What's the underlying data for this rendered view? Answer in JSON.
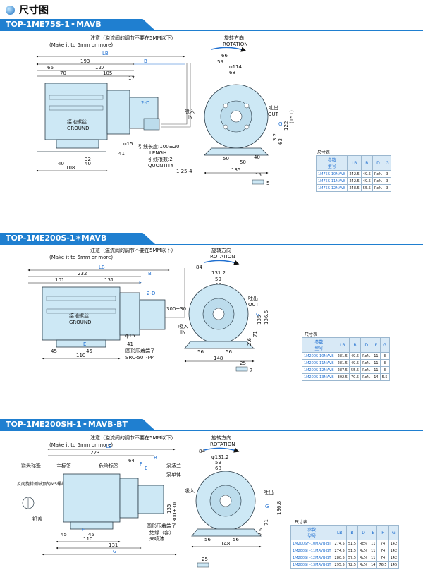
{
  "page_title": "尺寸图",
  "sections": [
    {
      "model": "TOP-1ME75S-1✶MAVB",
      "note": "注意（溢流阀的调节不要在5MM以下）",
      "note_en": "(Make it to 5mm or more)",
      "rotation": "旋转方向",
      "rotation_en": "ROTATION",
      "ground": "接地螺丝",
      "ground_en": "GROUND",
      "inlet": "吸入",
      "inlet_en": "IN",
      "outlet": "吐出",
      "outlet_en": "OUT",
      "lead_length": "引线长度:100±20",
      "lead_length_en": "LENGH",
      "lead_count": "引线根数:2",
      "lead_count_en": "QUONTITY",
      "port": "2-D",
      "screw": "1.25-4",
      "dims": {
        "LB": "LB",
        "B": "B",
        "G": "G",
        "d193": "193",
        "d127": "127",
        "d66": "66",
        "d70": "70",
        "d105": "105",
        "d17": "17",
        "d59": "59",
        "d66b": "66",
        "d68": "68",
        "d114": "φ114",
        "d15": "φ15",
        "d41": "41",
        "d32": "32",
        "d40a": "40",
        "d40b": "40",
        "d108": "108",
        "d50a": "50",
        "d50b": "50",
        "d40c": "40",
        "d135": "135",
        "d3_2": "3.2",
        "d63": "63",
        "d122": "122",
        "d151": "(151)",
        "d15b": "15",
        "d5": "5"
      },
      "table": {
        "caption": "尺寸表",
        "corner_top": "参数",
        "corner_bottom": "型号",
        "headers": [
          "LB",
          "B",
          "D",
          "G"
        ],
        "rows": [
          [
            "1M75S-10MAVB",
            "242.5",
            "49.5",
            "Rc³⁄₈",
            "3"
          ],
          [
            "1M75S-11MAVB",
            "242.5",
            "49.5",
            "Rc³⁄₈",
            "3"
          ],
          [
            "1M75S-12MAVB",
            "248.5",
            "55.5",
            "Rc³⁄₈",
            "3"
          ]
        ]
      }
    },
    {
      "model": "TOP-1ME200S-1✶MAVB",
      "note": "注意（溢流阀的调节不要在5MM以下）",
      "note_en": "(Make it to 5mm or more)",
      "rotation": "旋转方向",
      "rotation_en": "ROTATION",
      "ground": "接地螺丝",
      "ground_en": "GROUND",
      "inlet": "吸入",
      "inlet_en": "IN",
      "outlet": "吐出",
      "outlet_en": "OUT",
      "terminal": "圆形压着端子",
      "terminal_en": "SRC-50T-M4",
      "port": "2-D",
      "lead": "300±30",
      "dims": {
        "LB": "LB",
        "B": "B",
        "E": "E",
        "F": "F",
        "G": "G",
        "d232": "232",
        "d101": "101",
        "d131": "131",
        "d84": "84",
        "d131_2": "131.2",
        "d59": "59",
        "d68": "68",
        "d15": "φ15",
        "d41": "41",
        "d45a": "45",
        "d45b": "45",
        "d110": "110",
        "d56a": "56",
        "d56b": "56",
        "d148": "148",
        "d135": "135",
        "d136_6": "136.6",
        "d71": "71",
        "d2_6": "2.6",
        "d25": "25",
        "d7": "7"
      },
      "table": {
        "caption": "尺寸表",
        "corner_top": "参数",
        "corner_bottom": "型号",
        "headers": [
          "LB",
          "B",
          "D",
          "F",
          "G"
        ],
        "rows": [
          [
            "1M200S-10MAVB",
            "281.5",
            "49.5",
            "Rc³⁄₈",
            "11",
            "3"
          ],
          [
            "1M200S-11MAVB",
            "281.5",
            "49.5",
            "Rc³⁄₈",
            "11",
            "3"
          ],
          [
            "1M200S-12MAVB",
            "287.5",
            "55.5",
            "Rc³⁄₈",
            "11",
            "3"
          ],
          [
            "1M200S-13MAVB",
            "302.5",
            "70.5",
            "Rc³⁄₈",
            "14",
            "5.5"
          ]
        ]
      }
    },
    {
      "model": "TOP-1ME200SH-1✶MAVB-BT",
      "note": "注意（溢流阀的调节不要在5MM以下）",
      "note_en": "(Make it to 5mm or more)",
      "rotation": "旋转方向",
      "rotation_en": "ROTATION",
      "arrow_label": "箭头标签",
      "main_label": "主标签",
      "danger_label": "危险标签",
      "pump_flange": "泵法兰",
      "pump_unit": "泵单体",
      "reverse_note": "反向旋转侧轴顶的M5螺纹深度10",
      "lead_cap": "铅盖",
      "inlet": "吸入",
      "outlet": "吐出",
      "terminal": "圆形压着端子",
      "terminal_note": "绝缘（套）",
      "terminal_note2": "未喷漆",
      "lead": "300±30",
      "dims": {
        "LB": "LB",
        "B": "B",
        "E": "E",
        "F": "F",
        "G": "G",
        "d223": "223",
        "d64": "64",
        "d84": "84",
        "d131_2": "φ131.2",
        "d59": "59",
        "d68": "68",
        "d135": "135",
        "d136_8": "136.8",
        "d71": "71",
        "d2_6": "2.6",
        "d45a": "45",
        "d45b": "45",
        "d110": "110",
        "d131": "131",
        "d56a": "56",
        "d56b": "56",
        "d148": "148",
        "d25": "25"
      },
      "table": {
        "caption": "尺寸表",
        "corner_top": "参数",
        "corner_bottom": "型号",
        "headers": [
          "LB",
          "B",
          "D",
          "E",
          "F",
          "G"
        ],
        "rows": [
          [
            "1M200SH-10MAVB-BT",
            "274.5",
            "51.5",
            "Rc³⁄₈",
            "11",
            "74",
            "142"
          ],
          [
            "1M200SH-11MAVB-BT",
            "274.5",
            "51.5",
            "Rc³⁄₈",
            "11",
            "74",
            "142"
          ],
          [
            "1M200SH-12MAVB-BT",
            "280.5",
            "57.5",
            "Rc³⁄₈",
            "11",
            "74",
            "142"
          ],
          [
            "1M200SH-13MAVB-BT",
            "295.5",
            "72.5",
            "Rc³⁄₈",
            "14",
            "76.5",
            "145"
          ]
        ]
      }
    }
  ],
  "colors": {
    "accent": "#1f7fd0",
    "body": "#cde8f5",
    "outline": "#2a3b47",
    "dim_blue": "#1f6fd0"
  }
}
